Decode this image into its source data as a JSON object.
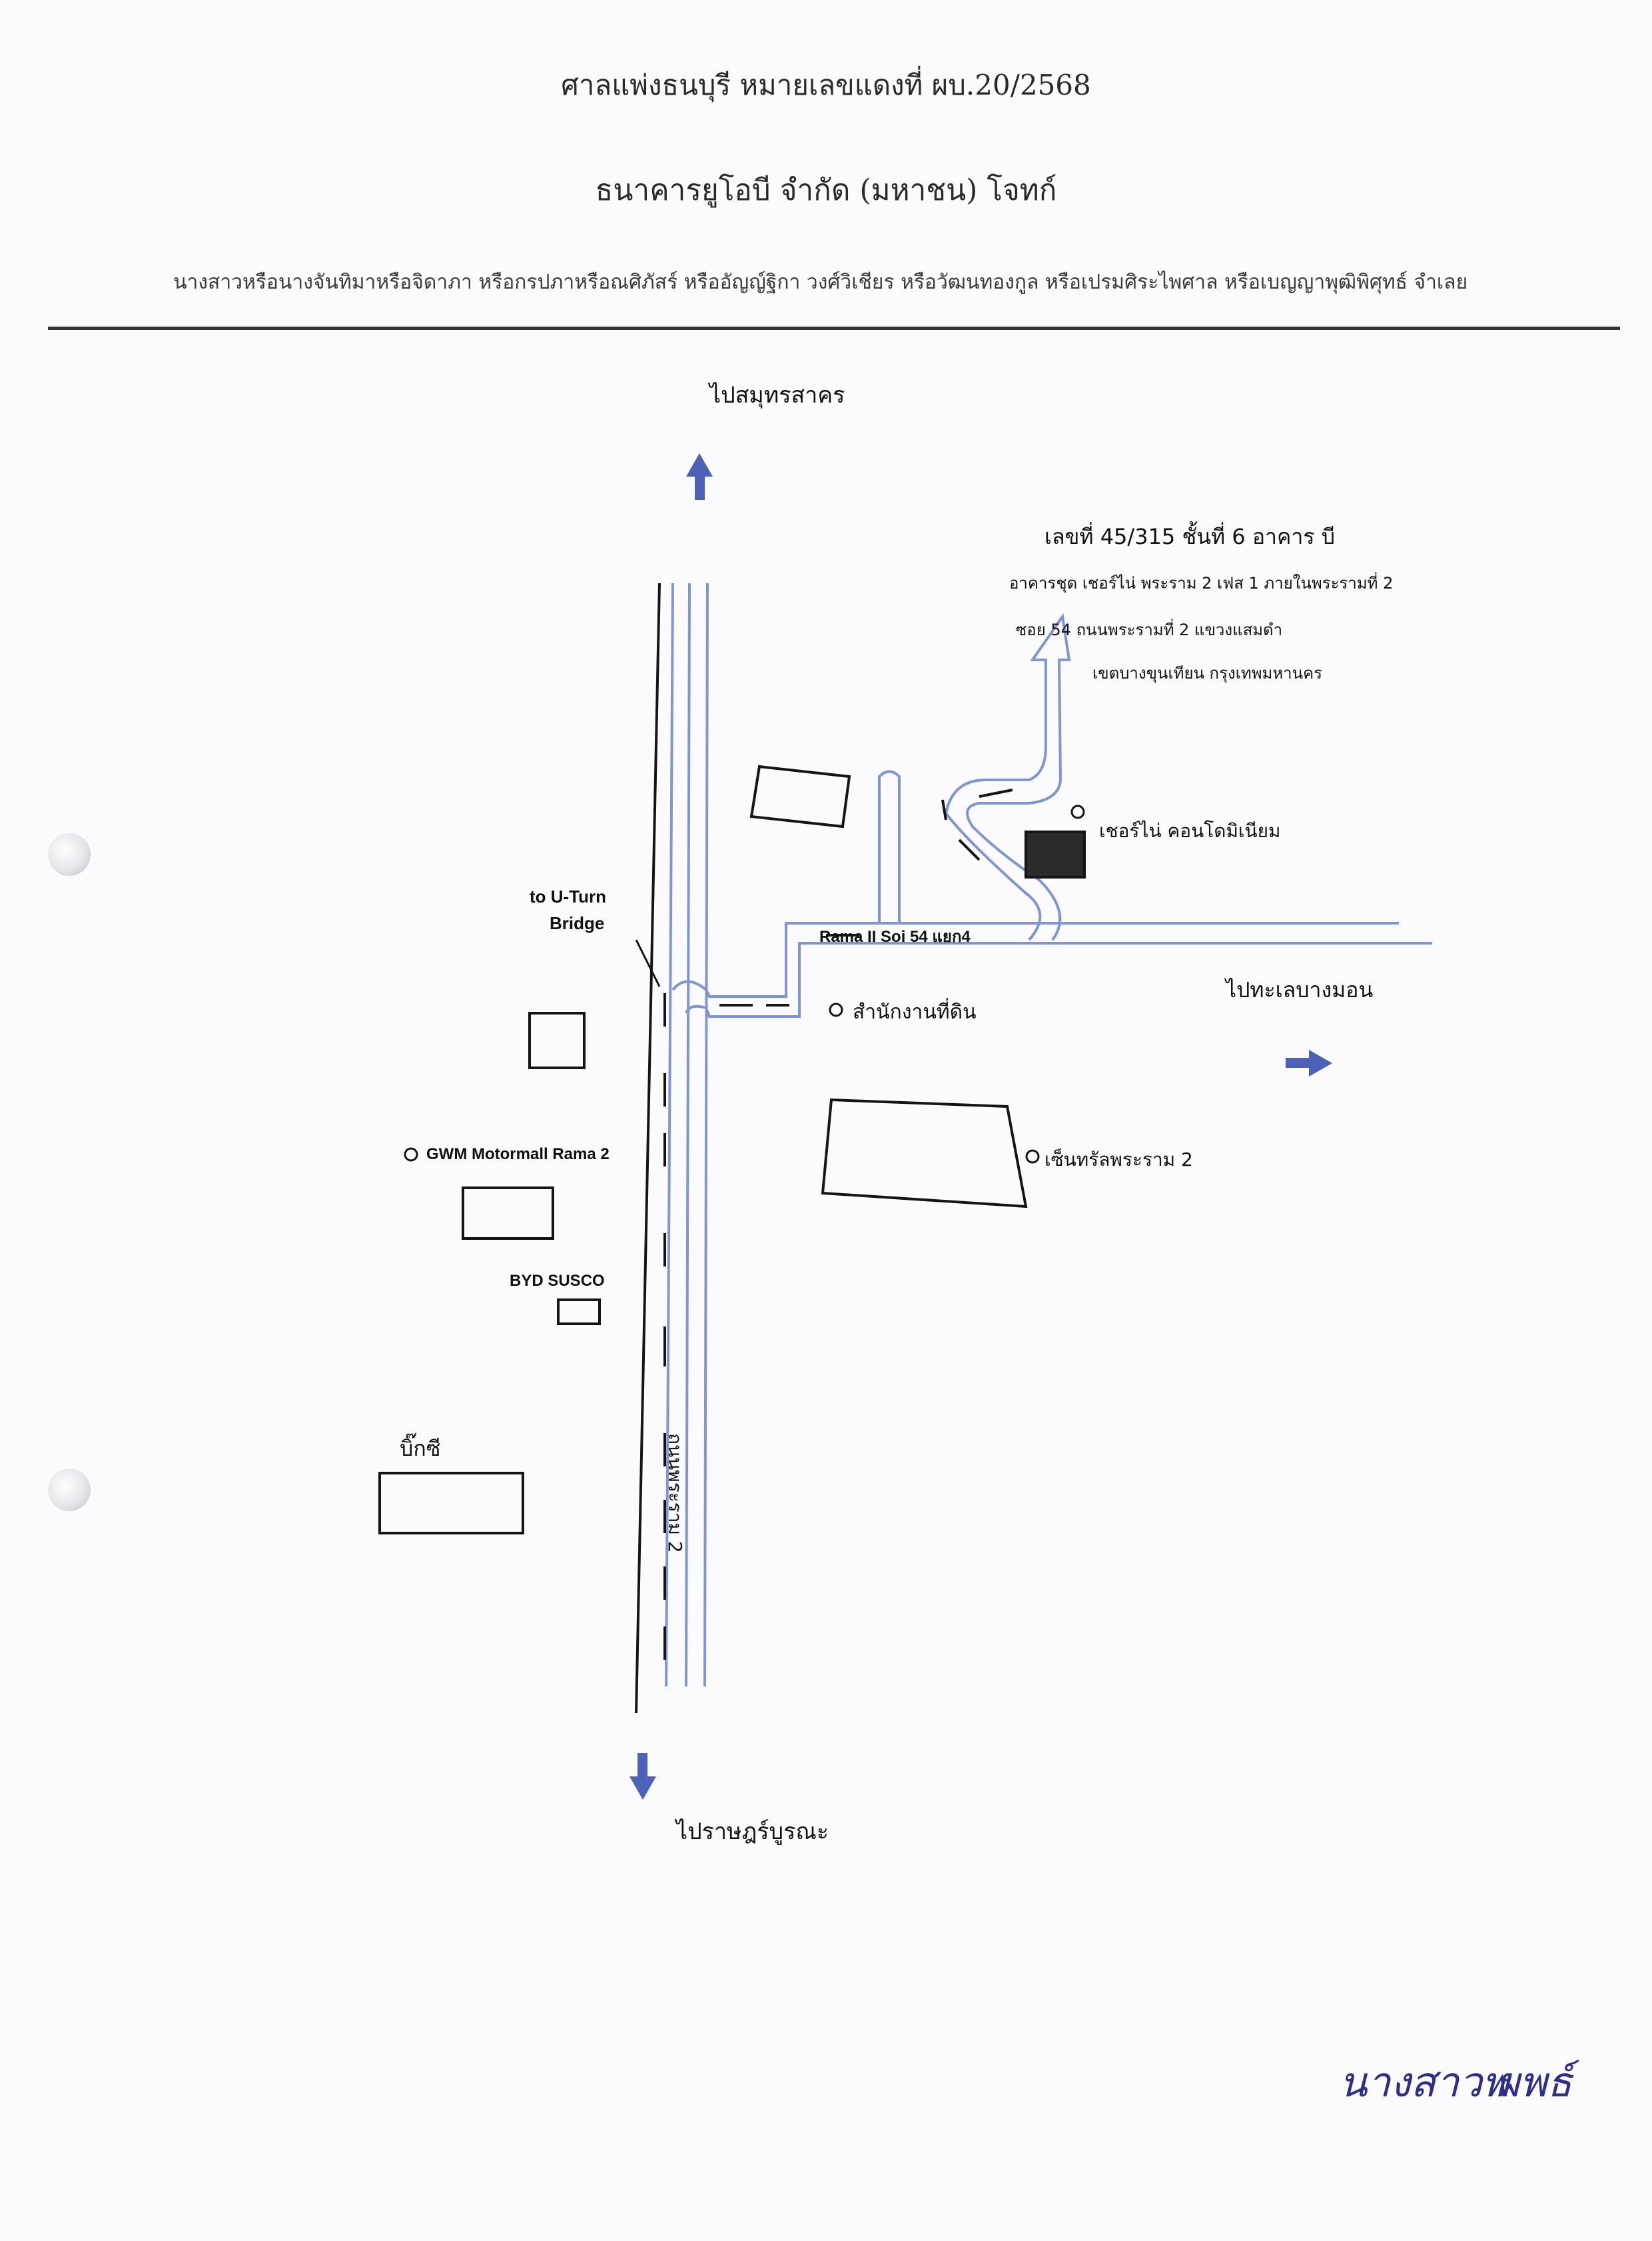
{
  "header": {
    "court_line": "ศาลแพ่งธนบุรี หมายเลขแดงที่ ผบ.20/2568",
    "plaintiff_line": "ธนาคารยูโอบี จำกัด (มหาชน)       โจทก์",
    "defendant_line": "นางสาวหรือนางจันทิมาหรือจิดาภา หรือกรปภาหรือณศิภัสร์ หรืออัญญ์ฐิกา   วงศ์วิเชียร หรือวัฒนทองกูล หรือเปรมศิระไพศาล หรือเบญญาพุฒิพิศุทธ์  จำเลย"
  },
  "map": {
    "label_north": "ไปสมุทรสาคร",
    "label_south": "ไปราษฎร์บูรณะ",
    "label_east": "ไปทะเลบางมอน",
    "road_main": "ถนนพระราม 2",
    "soi_label": "Rama II Soi 54 แยก4",
    "uturn_label_1": "to U-Turn",
    "uturn_label_2": "Bridge",
    "land_office": "สำนักงานที่ดิน",
    "central": "เซ็นทรัลพระราม 2",
    "gwm": "GWM Motormall Rama 2",
    "byd": "BYD SUSCO",
    "big_c": "บิ๊กซี",
    "condo": "เชอร์ไน่ คอนโดมิเนียม",
    "address_1": "เลขที่ 45/315 ชั้นที่ 6 อาคาร บี",
    "address_2": "อาคารชุด เชอร์ไน่ พระราม 2 เฟส 1 ภายในพระรามที่ 2",
    "address_3": "ซอย 54 ถนนพระรามที่ 2 แขวงแสมดำ",
    "address_4": "เขตบางขุนเทียน กรุงเทพมหานคร"
  },
  "signature": {
    "name_1": "นางสาวพ",
    "name_2": "ผพธ์"
  },
  "colors": {
    "road_blue": "#7f95d4",
    "arrow_blue": "#4b62b8",
    "ink": "#151515",
    "signature_ink": "#2d2e8a"
  }
}
